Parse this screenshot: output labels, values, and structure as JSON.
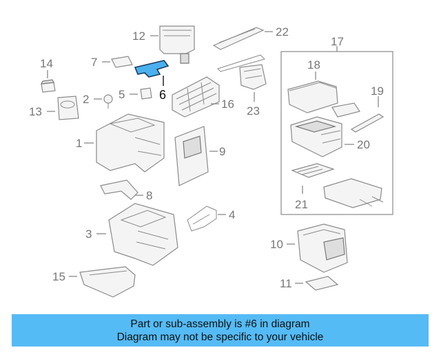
{
  "callouts": {
    "c1": "1",
    "c2": "2",
    "c3": "3",
    "c4": "4",
    "c5": "5",
    "c6": "6",
    "c7": "7",
    "c8": "8",
    "c9": "9",
    "c10": "10",
    "c11": "11",
    "c12": "12",
    "c13": "13",
    "c14": "14",
    "c15": "15",
    "c16": "16",
    "c17": "17",
    "c18": "18",
    "c19": "19",
    "c20": "20",
    "c21": "21",
    "c22": "22",
    "c23": "23"
  },
  "highlighted_part": "6",
  "highlight_color": "#4ab0ee",
  "banner": {
    "line1": "Part or sub-assembly is #6 in diagram",
    "line2": "Diagram may not be specific to your vehicle",
    "background": "#55bbf5"
  }
}
